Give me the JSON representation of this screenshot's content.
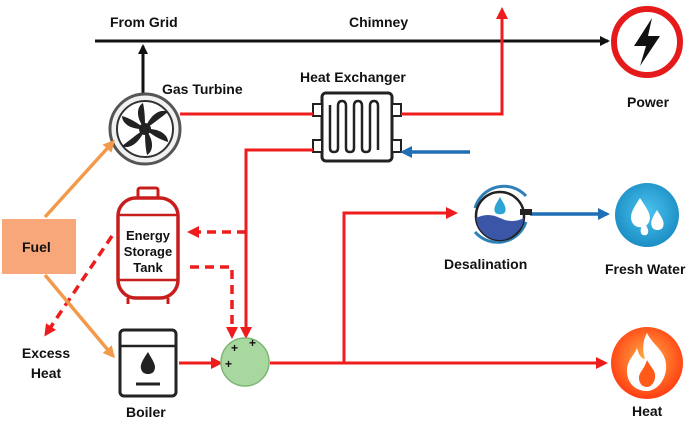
{
  "labels": {
    "from_grid": "From Grid",
    "chimney": "Chimney",
    "gas_turbine": "Gas Turbine",
    "heat_exchanger": "Heat Exchanger",
    "power": "Power",
    "fuel": "Fuel",
    "energy_storage_tank": [
      "Energy",
      "Storage",
      "Tank"
    ],
    "desalination": "Desalination",
    "fresh_water": "Fresh Water",
    "excess_heat": [
      "Excess",
      "Heat"
    ],
    "boiler": "Boiler",
    "heat": "Heat"
  },
  "colors": {
    "hot_flow": "#ee1c1c",
    "fuel_flow": "#f39a4a",
    "water_flow": "#1f6fb5",
    "grid_line": "#111111",
    "fuel_box": "#f8a77a",
    "mixer": "#a8d8a0",
    "power_ring": "#e51b1b",
    "fresh_water_fill": "#2ea3d6",
    "heat_fill": "#ff5a1a"
  },
  "icons": {
    "power": "lightning-bolt-icon",
    "turbine": "turbine-fan-icon",
    "heat_exchanger": "coil-exchanger-icon",
    "tank": "storage-tank-icon",
    "boiler": "boiler-flame-icon",
    "desalination": "desalination-cycle-icon",
    "fresh_water": "water-drops-icon",
    "heat": "fire-icon"
  }
}
